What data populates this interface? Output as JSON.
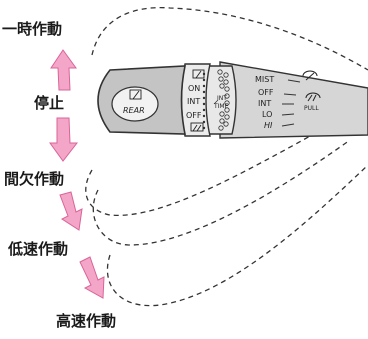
{
  "labels": {
    "mist": "一時作動",
    "stop": "停止",
    "intermittent": "間欠作動",
    "low": "低速作動",
    "high": "高速作動"
  },
  "knob": {
    "rear": "REAR",
    "on": "ON",
    "int": "INT",
    "off": "OFF",
    "int_time_1": "INT",
    "int_time_2": "TIME"
  },
  "stalk": {
    "mist": "MIST",
    "off": "OFF",
    "int": "INT",
    "lo": "LO",
    "hi": "HI",
    "pull": "PULL"
  },
  "colors": {
    "arrow_fill": "#f4a6c8",
    "arrow_stroke": "#d9649a",
    "knob_fill": "#c8c8c8",
    "stalk_fill": "#d4d4d4",
    "outline": "#333333"
  },
  "icons": {
    "rear_washer": "rear-washer-icon",
    "rear_wiper": "rear-wiper-icon",
    "front_washer": "front-washer-icon"
  }
}
